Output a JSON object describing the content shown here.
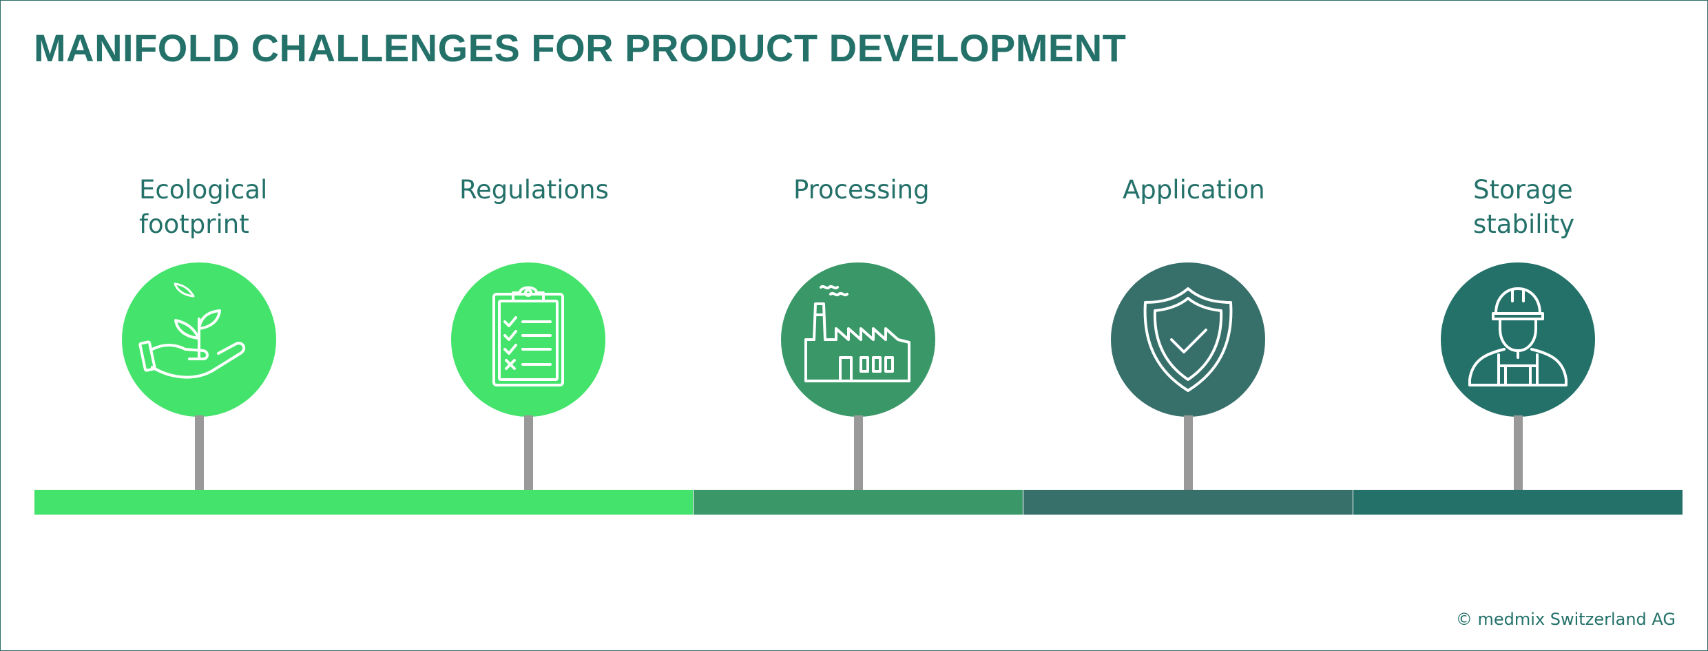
{
  "title": "MANIFOLD CHALLENGES FOR PRODUCT DEVELOPMENT",
  "items": [
    {
      "line1": "Ecological",
      "line2": "footprint",
      "icon": "hand-plant-icon",
      "color": "#44e36b"
    },
    {
      "line1": "Regulations",
      "line2": "",
      "icon": "clipboard-checklist-icon",
      "color": "#44e36b"
    },
    {
      "line1": "Processing",
      "line2": "",
      "icon": "factory-icon",
      "color": "#3a9868"
    },
    {
      "line1": "Application",
      "line2": "",
      "icon": "shield-check-icon",
      "color": "#376f6a"
    },
    {
      "line1": "Storage",
      "line2": "stability",
      "icon": "worker-icon",
      "color": "#24716a"
    }
  ],
  "copyright": "© medmix Switzerland AG",
  "colors": {
    "title": "#24716a",
    "stem": "#999999",
    "border": "#2a6b66"
  }
}
